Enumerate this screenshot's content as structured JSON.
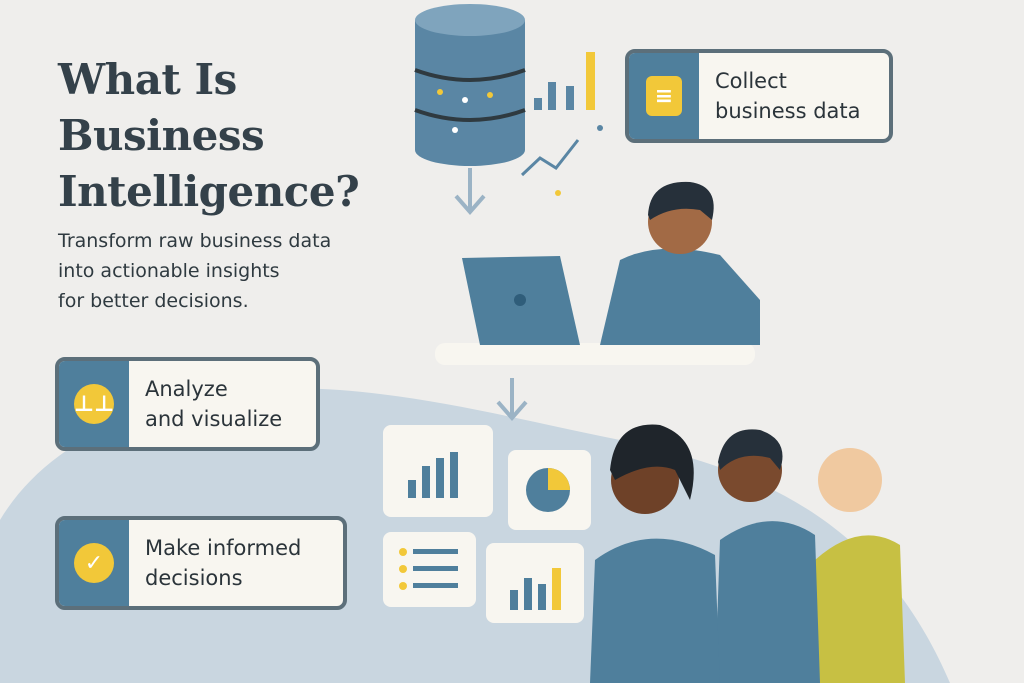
{
  "title": [
    "What Is",
    "Business",
    "Intelligence?"
  ],
  "subtitle": [
    "Transform raw business data",
    "into actionable insights",
    "for better decisions."
  ],
  "steps": [
    {
      "label": [
        "Collect",
        "business data"
      ],
      "icon": "database-icon"
    },
    {
      "label": [
        "Analyze",
        "and visualize"
      ],
      "icon": "bar-chart-icon"
    },
    {
      "label": [
        "Make informed",
        "decisions"
      ],
      "icon": "checkmark-icon"
    }
  ],
  "colors": {
    "accent": "#4f7f9c",
    "yellow": "#f2c839",
    "background": "#efeeec",
    "blob": "#c9d6e0"
  }
}
